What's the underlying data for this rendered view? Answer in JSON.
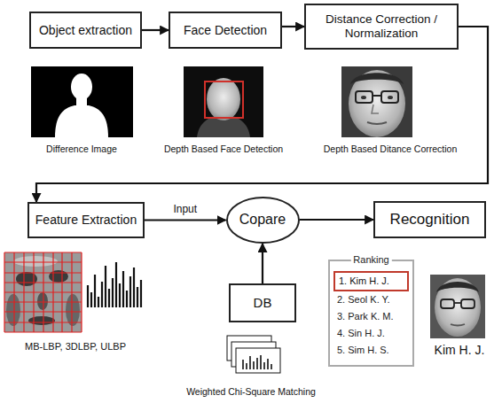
{
  "diagram": {
    "nodes": [
      {
        "text": [
          "Object extraction"
        ]
      },
      {
        "text": [
          "Face Detection"
        ]
      },
      {
        "text": [
          "Distance Correction / Normalization"
        ]
      },
      {
        "text": [
          "Feature Extraction"
        ]
      },
      {
        "text": [
          "Copare"
        ]
      },
      {
        "text": [
          "Recognition"
        ]
      },
      {
        "text": [
          "DB"
        ]
      },
      {
        "text": [
          "Ranking",
          "2. Seol K. Y.",
          "3. Park K. M.",
          "4. Sin H. J.",
          "5. Sim H. S."
        ]
      },
      {
        "text": [
          "1. Kim H. J."
        ],
        "in": 7
      }
    ],
    "edges": [
      {
        "from": 0,
        "to": 1,
        "arrow": "to"
      },
      {
        "from": 1,
        "to": 2,
        "arrow": "to"
      },
      {
        "from": 2,
        "to": 3,
        "arrow": "to"
      },
      {
        "from": 3,
        "to": 4,
        "arrow": "to",
        "label": "Input"
      },
      {
        "from": 4,
        "to": 5,
        "arrow": "to"
      },
      {
        "from": 6,
        "to": 4,
        "arrow": "to"
      }
    ],
    "labels": [
      "Difference Image",
      "Depth Based Face Detection",
      "Depth Based Ditance Correction",
      "MB-LBP, 3DLBP, ULBP",
      "Weighted Chi-Square Matching",
      "Kim H. J."
    ]
  }
}
